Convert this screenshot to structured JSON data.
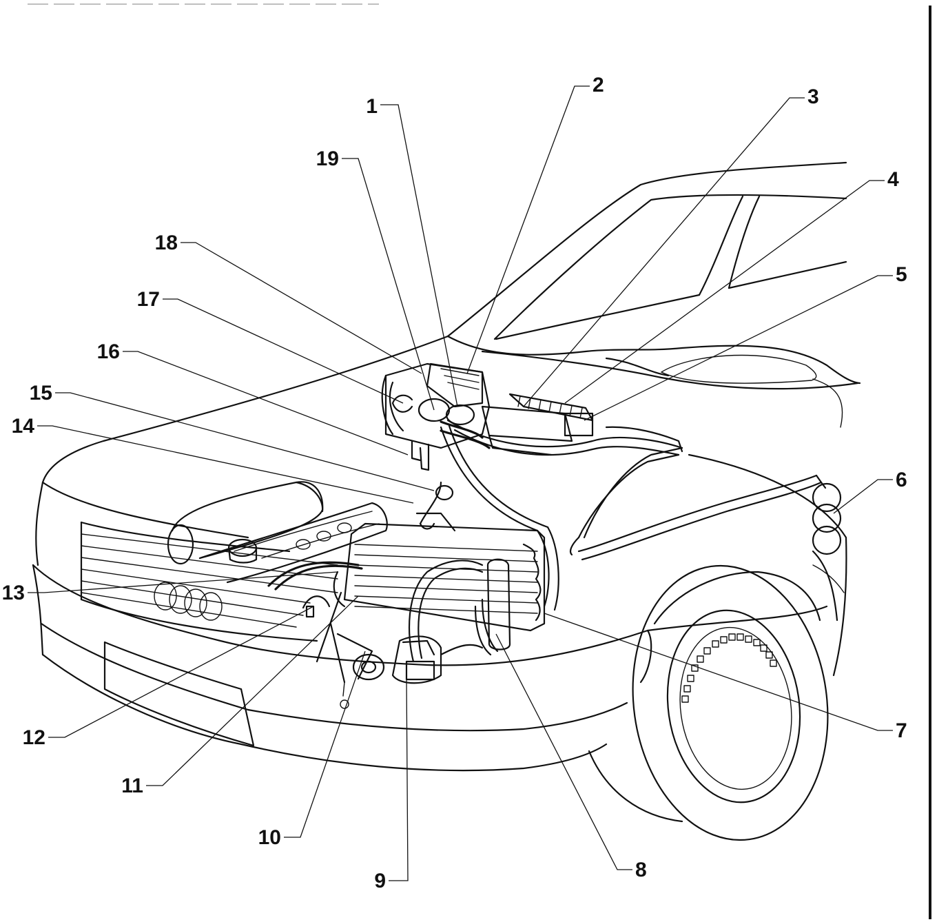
{
  "figure": {
    "callouts": [
      {
        "id": "c1",
        "text": "1"
      },
      {
        "id": "c2",
        "text": "2"
      },
      {
        "id": "c3",
        "text": "3"
      },
      {
        "id": "c4",
        "text": "4"
      },
      {
        "id": "c5",
        "text": "5"
      },
      {
        "id": "c6",
        "text": "6"
      },
      {
        "id": "c7",
        "text": "7"
      },
      {
        "id": "c8",
        "text": "8"
      },
      {
        "id": "c9",
        "text": "9"
      },
      {
        "id": "c10",
        "text": "10"
      },
      {
        "id": "c11",
        "text": "11"
      },
      {
        "id": "c12",
        "text": "12"
      },
      {
        "id": "c13",
        "text": "13"
      },
      {
        "id": "c14",
        "text": "14"
      },
      {
        "id": "c15",
        "text": "15"
      },
      {
        "id": "c16",
        "text": "16"
      },
      {
        "id": "c17",
        "text": "17"
      },
      {
        "id": "c18",
        "text": "18"
      },
      {
        "id": "c19",
        "text": "19"
      }
    ]
  }
}
